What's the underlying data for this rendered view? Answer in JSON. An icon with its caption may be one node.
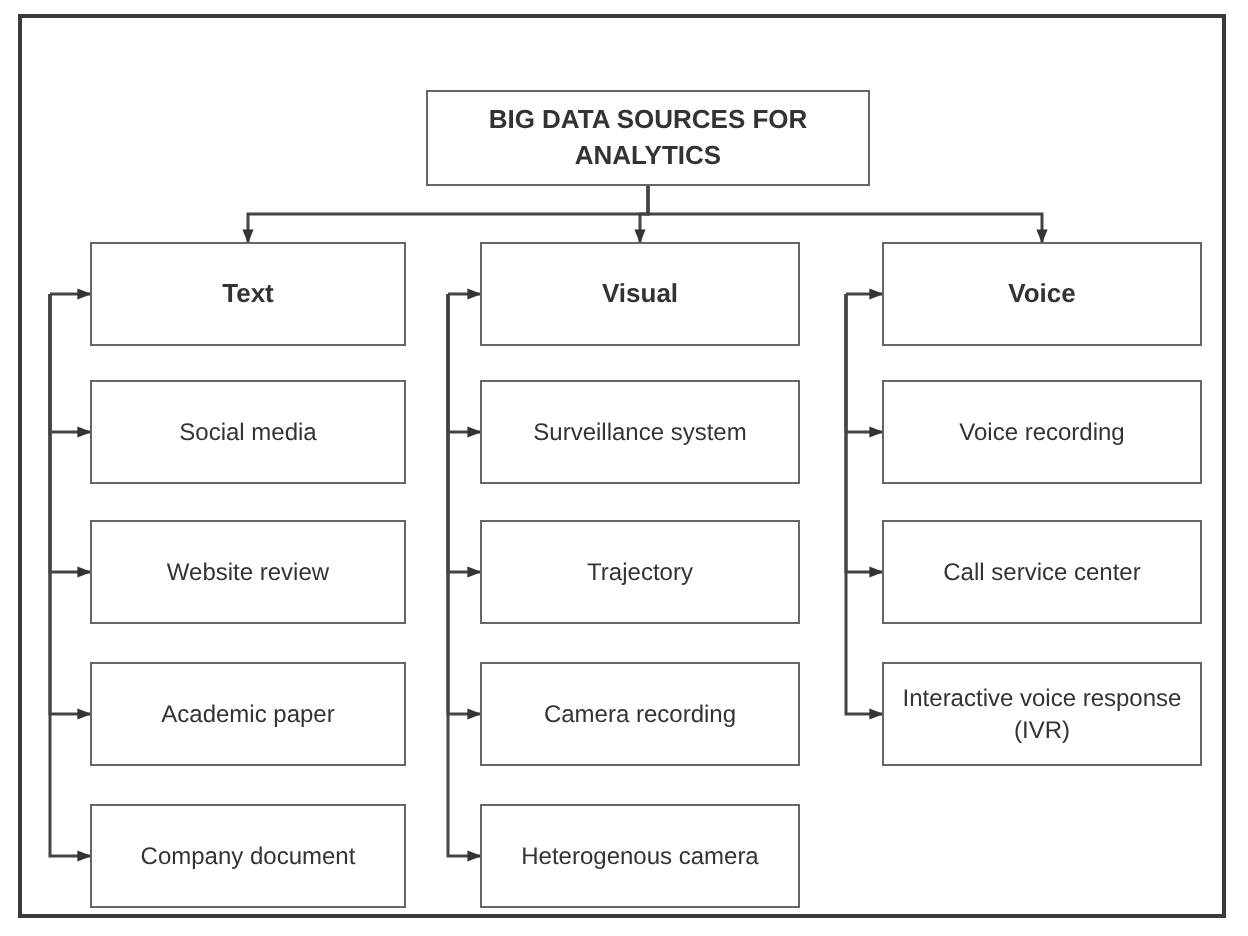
{
  "diagram": {
    "nodes": [
      {
        "text": [
          "BIG DATA SOURCES FOR ANALYTICS"
        ]
      },
      {
        "text": [
          "Text"
        ]
      },
      {
        "text": [
          "Social media"
        ]
      },
      {
        "text": [
          "Website review"
        ]
      },
      {
        "text": [
          "Academic paper"
        ]
      },
      {
        "text": [
          "Company document"
        ]
      },
      {
        "text": [
          "Visual"
        ]
      },
      {
        "text": [
          "Surveillance system"
        ]
      },
      {
        "text": [
          "Trajectory"
        ]
      },
      {
        "text": [
          "Camera recording"
        ]
      },
      {
        "text": [
          "Heterogenous camera"
        ]
      },
      {
        "text": [
          "Voice"
        ]
      },
      {
        "text": [
          "Voice recording"
        ]
      },
      {
        "text": [
          "Call service center"
        ]
      },
      {
        "text": [
          "Interactive voice response (IVR)"
        ]
      }
    ],
    "edges": [
      {
        "from": 0,
        "to": 1,
        "arrow": "to"
      },
      {
        "from": 0,
        "to": 6,
        "arrow": "to"
      },
      {
        "from": 0,
        "to": 11,
        "arrow": "to"
      },
      {
        "from": null,
        "to": 1,
        "arrow": "to"
      },
      {
        "from": null,
        "to": 2,
        "arrow": "to"
      },
      {
        "from": null,
        "to": 3,
        "arrow": "to"
      },
      {
        "from": null,
        "to": 4,
        "arrow": "to"
      },
      {
        "from": null,
        "to": 5,
        "arrow": "to"
      },
      {
        "from": null,
        "to": 6,
        "arrow": "to"
      },
      {
        "from": null,
        "to": 7,
        "arrow": "to"
      },
      {
        "from": null,
        "to": 8,
        "arrow": "to"
      },
      {
        "from": null,
        "to": 9,
        "arrow": "to"
      },
      {
        "from": null,
        "to": 10,
        "arrow": "to"
      },
      {
        "from": null,
        "to": 11,
        "arrow": "to"
      },
      {
        "from": null,
        "to": 12,
        "arrow": "to"
      },
      {
        "from": null,
        "to": 13,
        "arrow": "to"
      },
      {
        "from": null,
        "to": 14,
        "arrow": "to"
      }
    ]
  }
}
